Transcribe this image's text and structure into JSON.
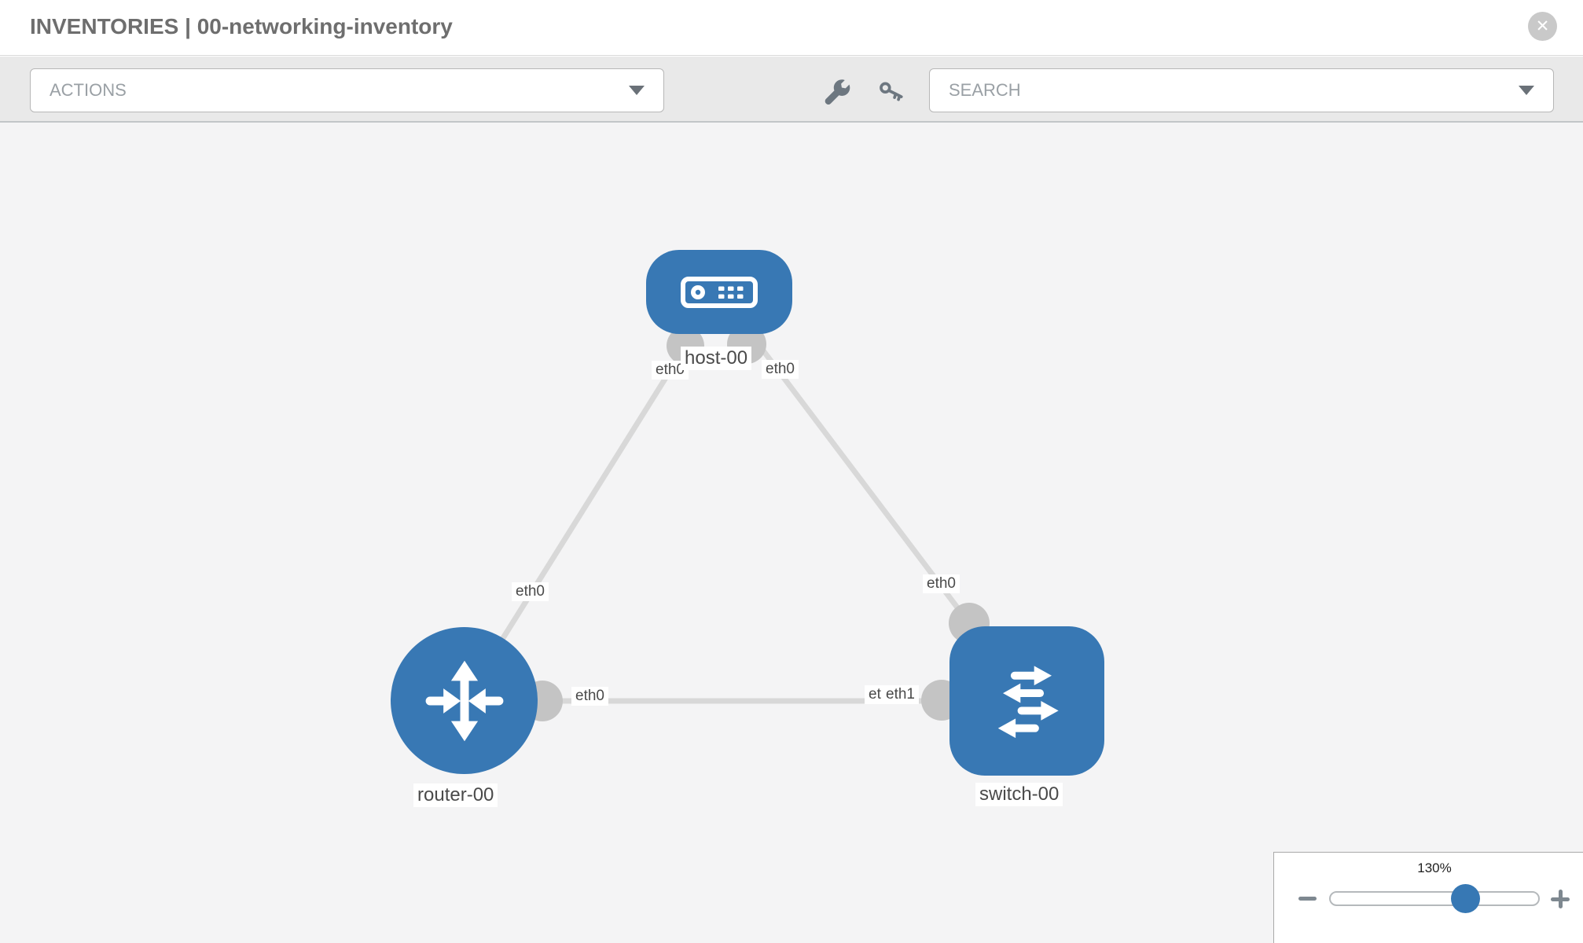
{
  "header": {
    "title": "INVENTORIES | 00-networking-inventory",
    "close_glyph": "✕"
  },
  "toolbar": {
    "actions_label": "ACTIONS",
    "search_placeholder": "SEARCH",
    "icons": [
      "wrench-icon",
      "key-icon"
    ]
  },
  "topology": {
    "nodes": [
      {
        "id": "host-00",
        "type": "host",
        "label": "host-00"
      },
      {
        "id": "router-00",
        "type": "router",
        "label": "router-00"
      },
      {
        "id": "switch-00",
        "type": "switch",
        "label": "switch-00"
      }
    ],
    "links": [
      {
        "source": "host-00",
        "source_interface": "eth0",
        "target": "router-00",
        "target_interface": "eth0"
      },
      {
        "source": "host-00",
        "source_interface": "eth0",
        "target": "switch-00",
        "target_interface": "eth0"
      },
      {
        "source": "router-00",
        "source_interface": "eth0",
        "target": "switch-00",
        "target_interface": "eth1",
        "overlapped_label": "eth0"
      }
    ]
  },
  "zoom_control": {
    "value": "130%"
  },
  "colors": {
    "node_blue": "#3878b4",
    "link_gray": "#d8d8d8",
    "connector_gray": "#c4c4c4",
    "canvas_bg": "#f4f4f5"
  }
}
